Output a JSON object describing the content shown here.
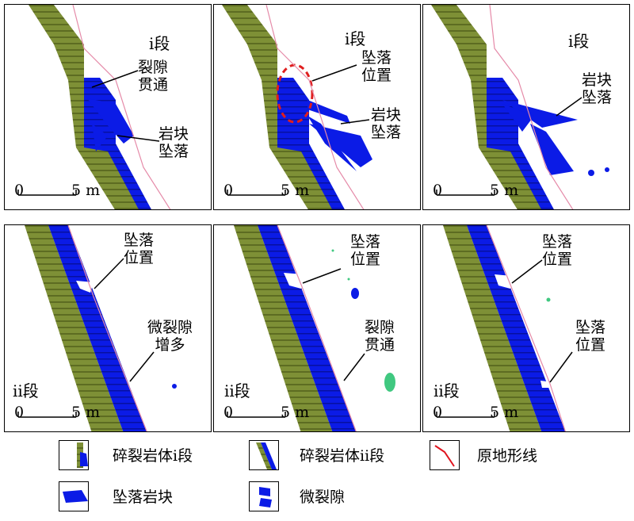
{
  "figure": {
    "rows": [
      {
        "panels": [
          {
            "segment": "i段",
            "labels": [
              "裂隙\n贯通",
              "岩块\n坠落"
            ],
            "scale": [
              "0",
              "5 m"
            ]
          },
          {
            "segment": "i段",
            "labels": [
              "坠落\n位置",
              "岩块\n坠落"
            ],
            "scale": [
              "0",
              "5 m"
            ]
          },
          {
            "segment": "i段",
            "labels": [
              "岩块\n坠落"
            ],
            "scale": [
              "0",
              "5 m"
            ]
          }
        ]
      },
      {
        "panels": [
          {
            "segment": "ii段",
            "labels": [
              "坠落\n位置",
              "微裂隙\n增多"
            ],
            "scale": [
              "0",
              "5 m"
            ]
          },
          {
            "segment": "ii段",
            "labels": [
              "坠落\n位置",
              "裂隙\n贯通"
            ],
            "scale": [
              "0",
              "5 m"
            ]
          },
          {
            "segment": "ii段",
            "labels": [
              "坠落\n位置",
              "坠落\n位置"
            ],
            "scale": [
              "0",
              "5 m"
            ]
          }
        ]
      }
    ]
  },
  "p": [
    {
      "seg": "i段",
      "l": [
        [
          "裂隙",
          "贯通"
        ],
        [
          "岩块",
          "坠落"
        ]
      ]
    },
    {
      "seg": "i段",
      "l": [
        [
          "坠落",
          "位置"
        ],
        [
          "岩块",
          "坠落"
        ]
      ]
    },
    {
      "seg": "i段",
      "l": [
        [
          "岩块",
          "坠落"
        ]
      ]
    },
    {
      "seg": "ii段",
      "l": [
        [
          "坠落",
          "位置"
        ],
        [
          "微裂隙",
          "增多"
        ]
      ]
    },
    {
      "seg": "ii段",
      "l": [
        [
          "坠落",
          "位置"
        ],
        [
          "裂隙",
          "贯通"
        ]
      ]
    },
    {
      "seg": "ii段",
      "l": [
        [
          "坠落",
          "位置"
        ],
        [
          "坠落",
          "位置"
        ]
      ]
    }
  ],
  "scale": {
    "zero": "0",
    "len": "5 m"
  },
  "legend": {
    "rock_i": "碎裂岩体i段",
    "rock_ii": "碎裂岩体ii段",
    "original_line": "原地形线",
    "fallen_block": "坠落岩块",
    "micro_crack": "微裂隙"
  },
  "colors": {
    "olive": "#7a8a2e",
    "blue": "#0a14e0",
    "pink": "#e58aa8",
    "red_line": "#e0141e",
    "green_dots": "#40c880"
  },
  "icons": [
    "dashed-ellipse-marker",
    "scale-bar"
  ]
}
